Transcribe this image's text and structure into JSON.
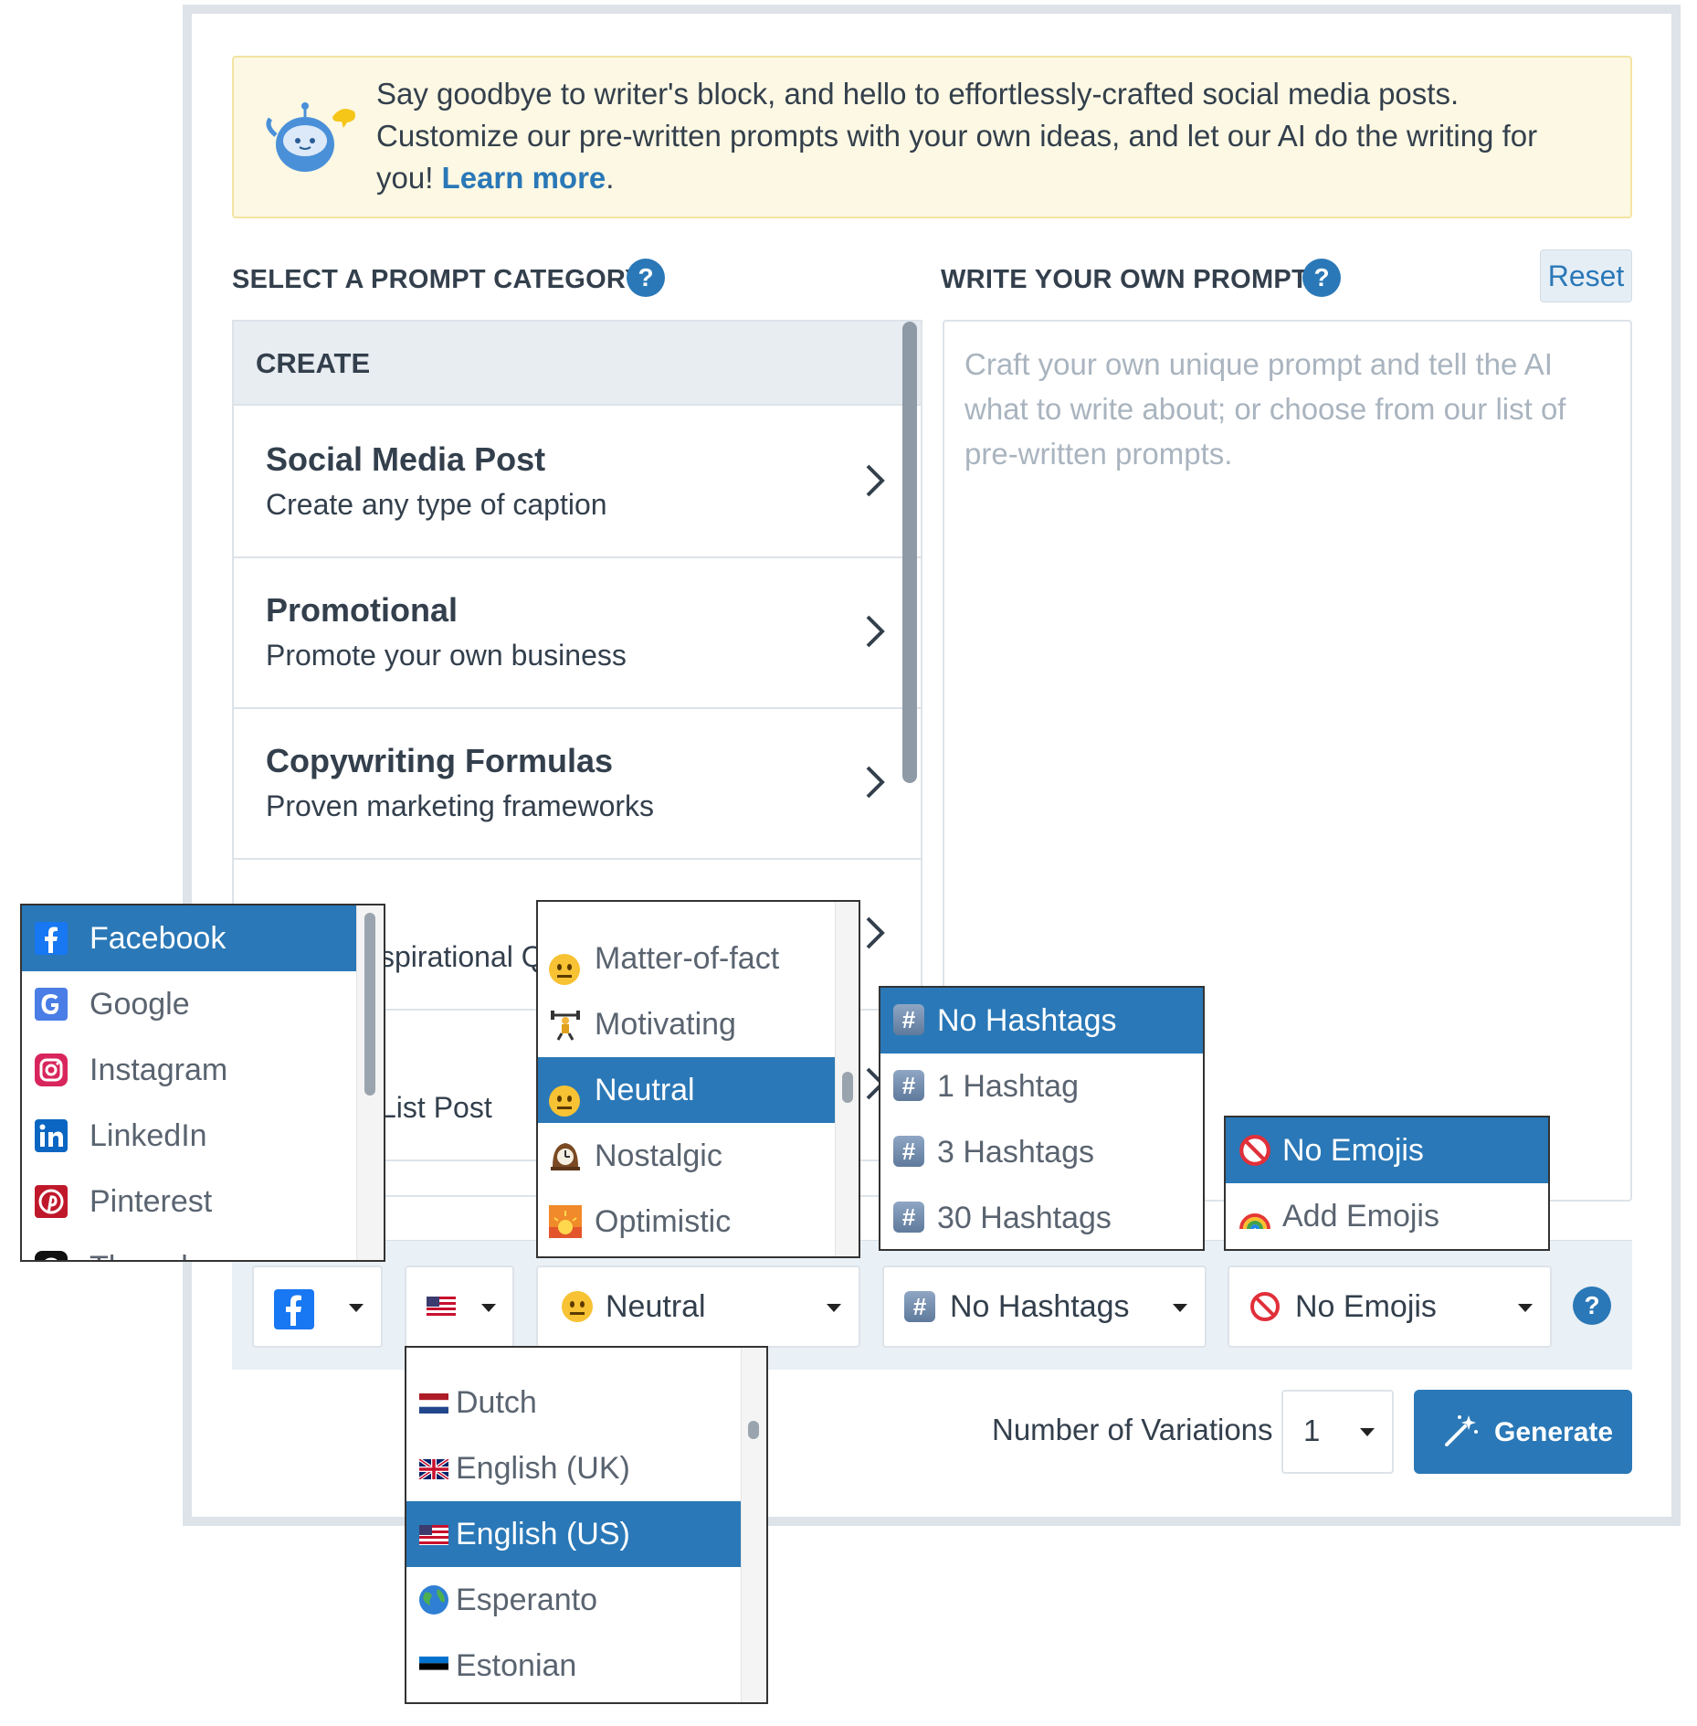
{
  "banner": {
    "text": "Say goodbye to writer's block, and hello to effortlessly-crafted social media posts. Customize our pre-written prompts with your own ideas, and let our AI do the writing for you! ",
    "link": "Learn more",
    "after_link": "."
  },
  "category_section": {
    "title": "SELECT A PROMPT CATEGORY",
    "help": "?",
    "header": "CREATE",
    "items": [
      {
        "title": "Social Media Post",
        "subtitle": "Create any type of caption"
      },
      {
        "title": "Promotional",
        "subtitle": "Promote your own business"
      },
      {
        "title": "Copywriting Formulas",
        "subtitle": "Proven marketing frameworks"
      },
      {
        "title": "",
        "subtitle": "spirational Q"
      },
      {
        "title": "",
        "subtitle": "List Post"
      }
    ]
  },
  "prompt_section": {
    "title": "WRITE YOUR OWN PROMPT",
    "help": "?",
    "reset_label": "Reset",
    "placeholder": "Craft your own unique prompt and tell the AI what to write about; or choose from our list of pre-written prompts."
  },
  "toolbar": {
    "platform_icon": "facebook-icon",
    "language_icon": "us-flag-icon",
    "tone_value": "Neutral",
    "hashtags_value": "No Hashtags",
    "emojis_value": "No Emojis",
    "help": "?"
  },
  "variations": {
    "label": "Number of Variations",
    "value": "1"
  },
  "generate_label": "Generate",
  "platform_dropdown": {
    "options": [
      "Facebook",
      "Google",
      "Instagram",
      "LinkedIn",
      "Pinterest",
      "Threads"
    ],
    "selected": "Facebook"
  },
  "tone_dropdown": {
    "options": [
      "Matter-of-fact",
      "Motivating",
      "Neutral",
      "Nostalgic",
      "Optimistic"
    ],
    "selected": "Neutral"
  },
  "hashtag_dropdown": {
    "options": [
      "No Hashtags",
      "1 Hashtag",
      "3 Hashtags",
      "30 Hashtags"
    ],
    "selected": "No Hashtags"
  },
  "emoji_dropdown": {
    "options": [
      "No Emojis",
      "Add Emojis"
    ],
    "selected": "No Emojis"
  },
  "language_dropdown": {
    "options": [
      "Dutch",
      "English (UK)",
      "English (US)",
      "Esperanto",
      "Estonian"
    ],
    "selected": "English (US)"
  },
  "colors": {
    "accent": "#2a78b7",
    "banner_bg": "#fcf8e3",
    "toolbar_bg": "#e9f0f6"
  }
}
